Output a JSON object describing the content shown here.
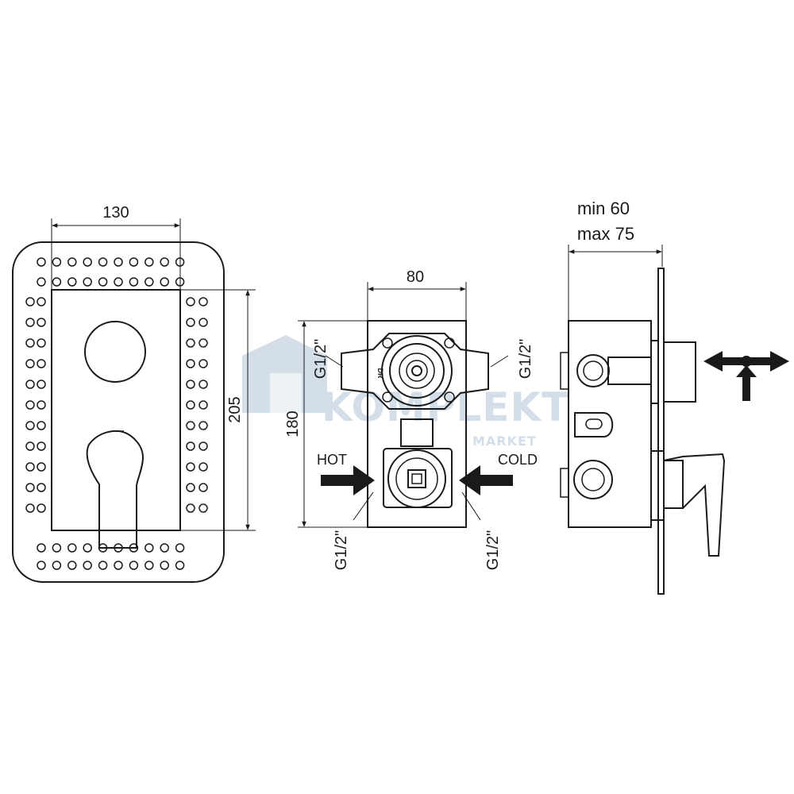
{
  "front_view": {
    "width_dim": "130",
    "height_dim": "205"
  },
  "valve_body": {
    "width_dim": "80",
    "height_dim": "180",
    "thread_top_left": "G1/2\"",
    "thread_top_right": "G1/2\"",
    "thread_bottom_left": "G1/2\"",
    "thread_bottom_right": "G1/2\"",
    "inlet_hot_label": "HOT",
    "inlet_cold_label": "COLD",
    "body_mark": "DR"
  },
  "side_view": {
    "depth_min": "min 60",
    "depth_max": "max 75"
  },
  "watermark": {
    "brand": "KOMPLEKT",
    "sub": "MARKET",
    "color": "#cfdbe6"
  },
  "colors": {
    "line": "#1a1a1a",
    "background": "#ffffff"
  }
}
